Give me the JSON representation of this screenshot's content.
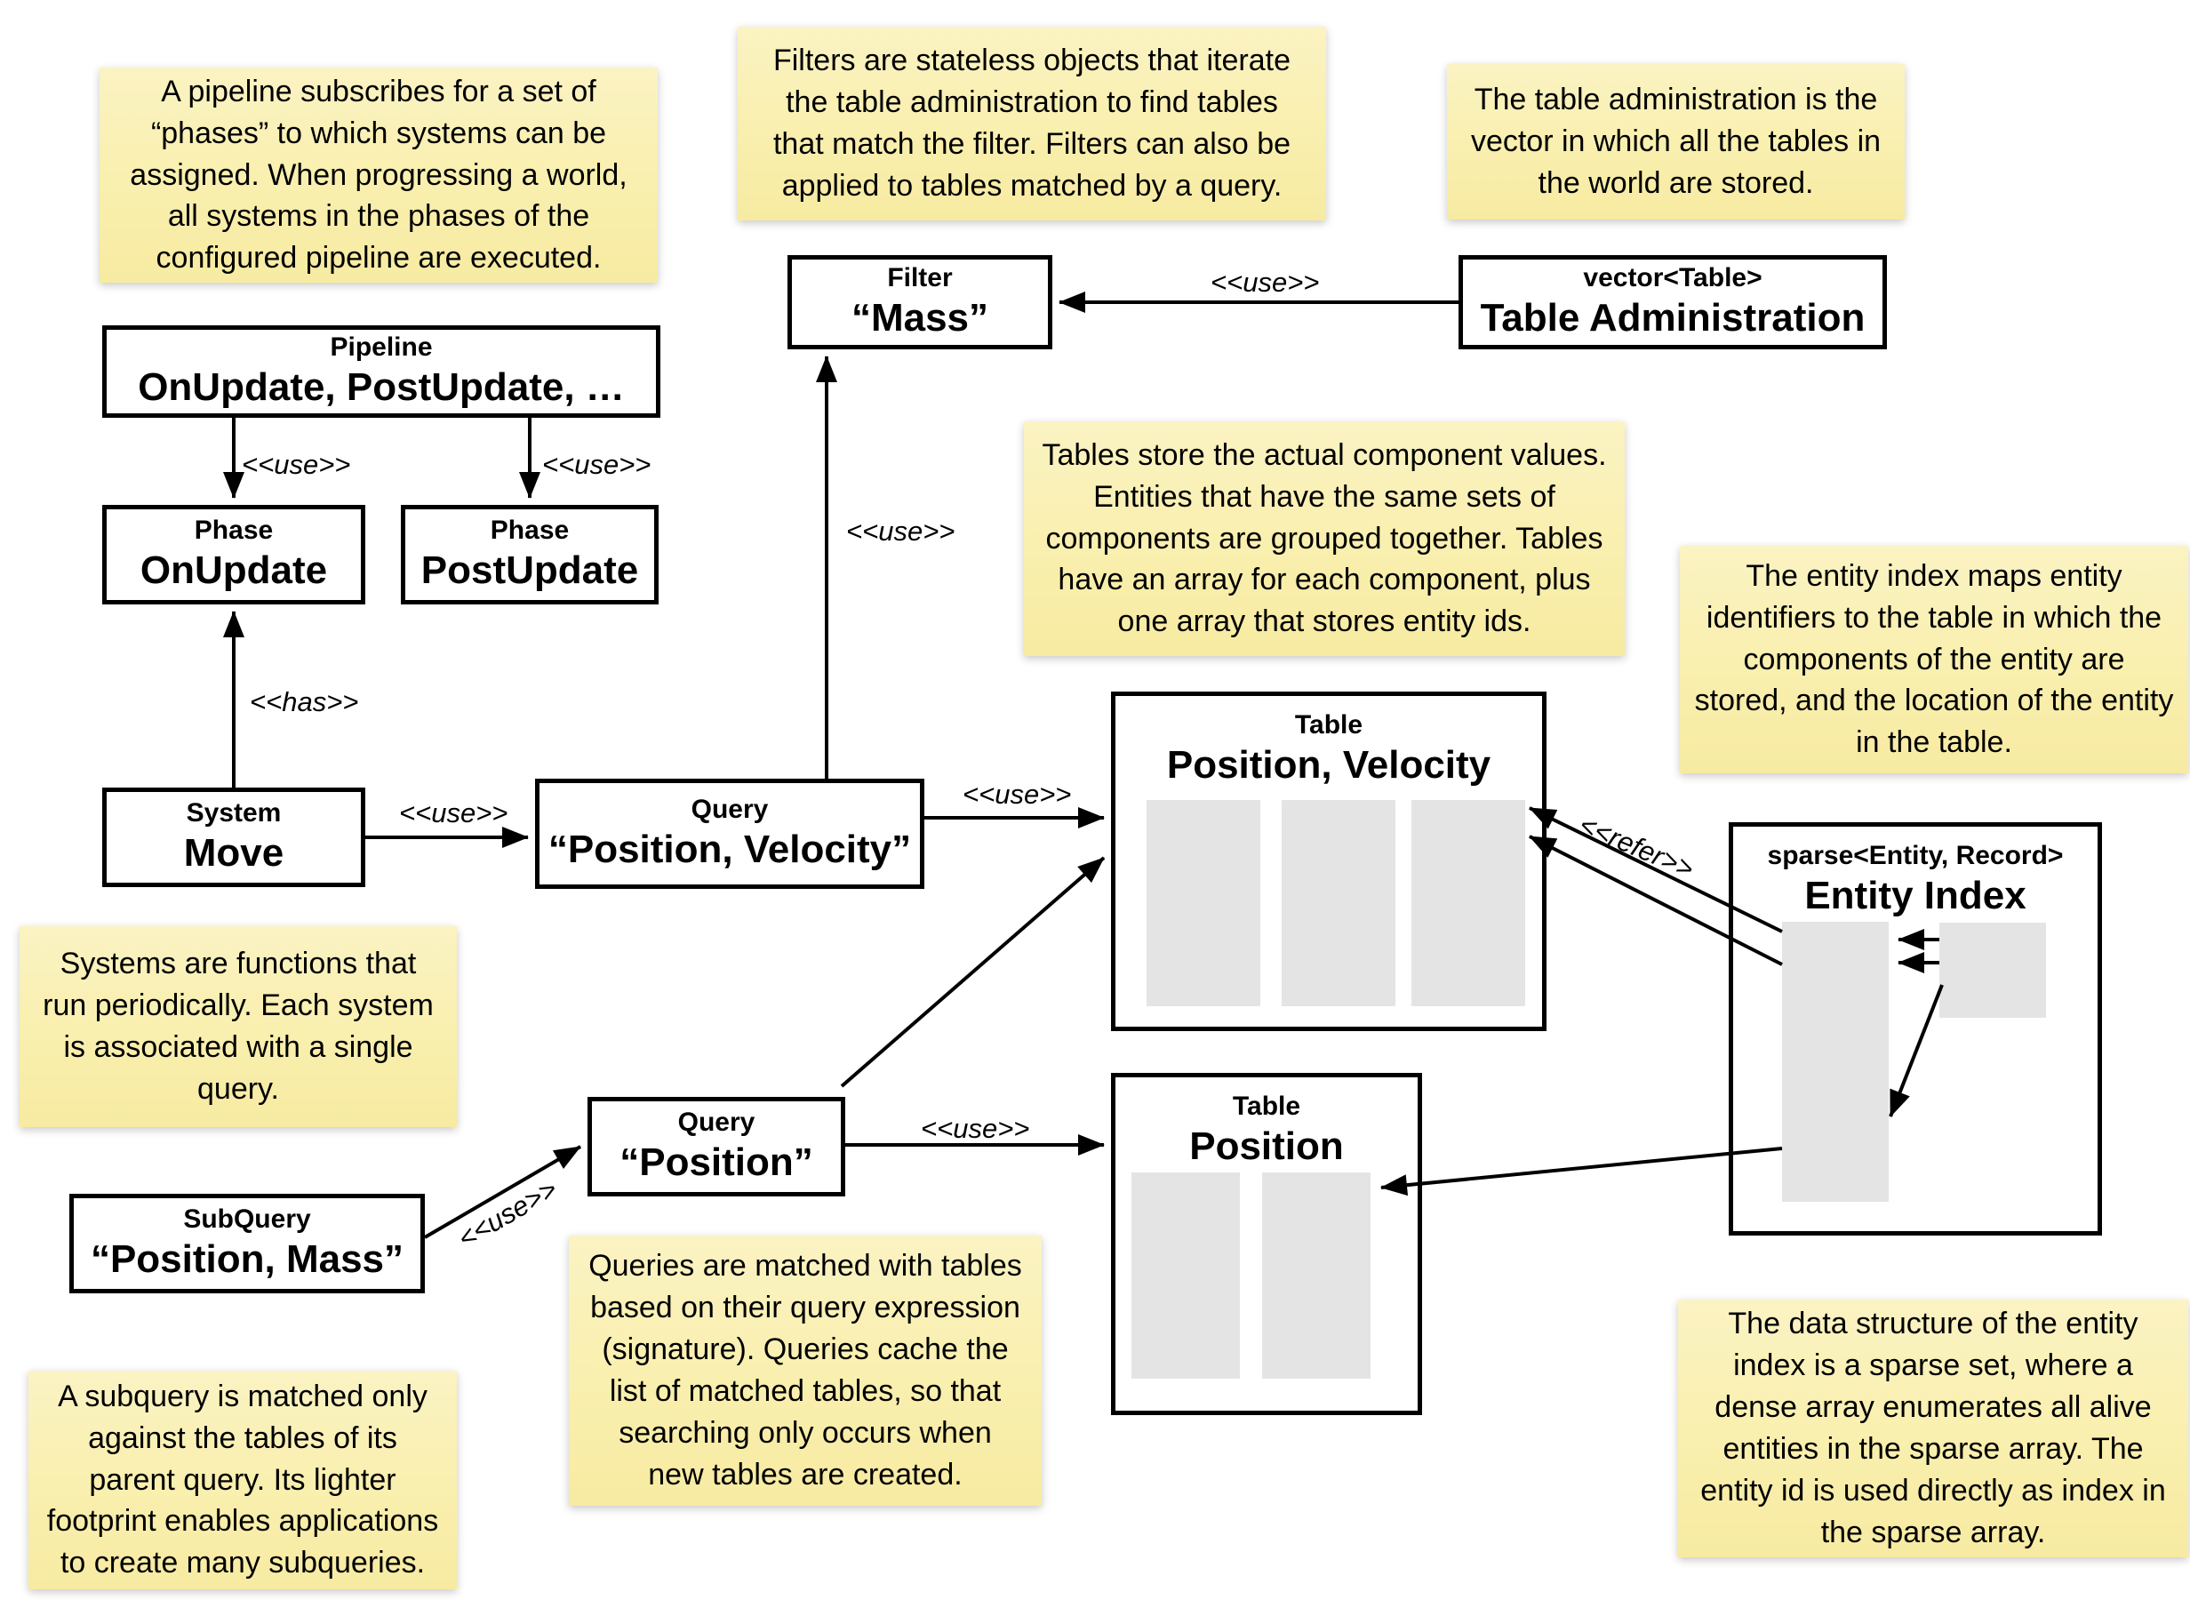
{
  "diagram_title": "ECS architecture diagram (pipeline, systems, queries, tables, entity index)",
  "colors": {
    "background": "#FFFFFF",
    "note_fill_top": "#FBF3C3",
    "note_fill_bottom": "#F7EBA2",
    "box_border": "#000000",
    "box_fill": "#FFFFFF",
    "array_bar_fill": "#E4E4E4",
    "text": "#000000"
  },
  "notes": {
    "pipeline": "A pipeline subscribes for a set of\n“phases” to which systems can be\nassigned. When progressing a world,\nall systems in the phases of the\nconfigured pipeline are executed.",
    "filters": "Filters are stateless objects that iterate\nthe table administration to find tables\nthat match the filter. Filters can also be\napplied to tables matched by a query.",
    "table_admin": "The table administration is the\nvector in which all the tables in\nthe world are stored.",
    "tables": "Tables store the actual component values.\nEntities that have the same sets of\ncomponents are grouped together. Tables\nhave an array for each component, plus\none array that stores entity ids.",
    "entity_index": "The entity index maps entity\nidentifiers to the table in which the\ncomponents of the entity are\nstored, and the location of the entity\nin the table.",
    "systems": "Systems are functions that\nrun periodically. Each system\nis associated with a single\nquery.",
    "queries": "Queries are matched with tables\nbased on their query expression\n(signature). Queries cache the\nlist of matched tables, so that\nsearching only occurs when\nnew tables are created.",
    "subquery": "A subquery is matched only\nagainst the tables of its\nparent query. Its lighter\nfootprint enables applications\nto create many subqueries.",
    "sparse_set": "The data structure of the entity\nindex is a sparse set, where a\ndense array enumerates all alive\nentities in the sparse array. The\nentity id is used directly as index in\nthe sparse array."
  },
  "boxes": {
    "pipeline": {
      "title": "Pipeline",
      "value": "OnUpdate, PostUpdate, …"
    },
    "phase_onupdate": {
      "title": "Phase",
      "value": "OnUpdate"
    },
    "phase_postupdate": {
      "title": "Phase",
      "value": "PostUpdate"
    },
    "system_move": {
      "title": "System",
      "value": "Move"
    },
    "query_pos_vel": {
      "title": "Query",
      "value": "“Position, Velocity”"
    },
    "filter_mass": {
      "title": "Filter",
      "value": "“Mass”"
    },
    "table_admin": {
      "title": "vector<Table>",
      "value": "Table Administration"
    },
    "table_pos_vel": {
      "title": "Table",
      "value": "Position, Velocity"
    },
    "table_pos": {
      "title": "Table",
      "value": "Position"
    },
    "subquery": {
      "title": "SubQuery",
      "value": "“Position, Mass”"
    },
    "query_pos": {
      "title": "Query",
      "value": "“Position”"
    },
    "entity_index": {
      "title": "sparse<Entity, Record>",
      "value": "Entity Index"
    }
  },
  "labels": {
    "use": "<<use>>",
    "has": "<<has>>",
    "refer": "<<refer>>"
  },
  "edges": [
    {
      "from": "pipeline",
      "to": "phase_onupdate",
      "label": "<<use>>"
    },
    {
      "from": "pipeline",
      "to": "phase_postupdate",
      "label": "<<use>>"
    },
    {
      "from": "system_move",
      "to": "phase_onupdate",
      "label": "<<has>>"
    },
    {
      "from": "system_move",
      "to": "query_pos_vel",
      "label": "<<use>>"
    },
    {
      "from": "query_pos_vel",
      "to": "filter_mass",
      "label": "<<use>>"
    },
    {
      "from": "table_admin",
      "to": "filter_mass",
      "label": "<<use>>"
    },
    {
      "from": "query_pos_vel",
      "to": "table_pos_vel",
      "label": "<<use>>"
    },
    {
      "from": "query_pos",
      "to": "table_pos_vel",
      "label": ""
    },
    {
      "from": "query_pos",
      "to": "table_pos",
      "label": "<<use>>"
    },
    {
      "from": "subquery",
      "to": "query_pos",
      "label": "<<use>>"
    },
    {
      "from": "entity_index",
      "to": "table_pos_vel",
      "label": "<<refer>>"
    },
    {
      "from": "entity_index_dense",
      "to": "entity_index_sparse",
      "label": ""
    },
    {
      "from": "entity_index_sparse",
      "to": "table_pos",
      "label": ""
    }
  ]
}
